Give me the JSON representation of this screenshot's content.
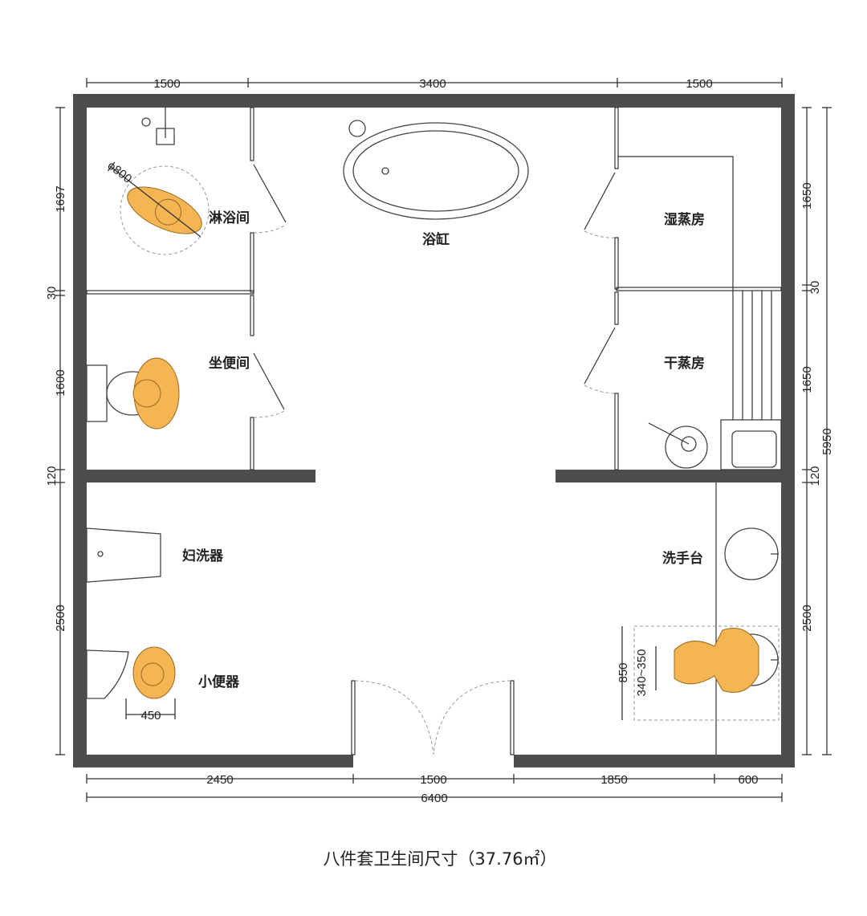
{
  "title": "八件套卫生间尺寸（37.76㎡）",
  "rooms": {
    "shower": "淋浴间",
    "toilet": "坐便间",
    "bathtub": "浴缸",
    "wet_steam": "湿蒸房",
    "dry_steam": "干蒸房",
    "bidet": "妇洗器",
    "urinal": "小便器",
    "vanity": "洗手台"
  },
  "dimensions": {
    "top": [
      "1500",
      "3400",
      "1500"
    ],
    "left": [
      "1697",
      "30",
      "1600",
      "120",
      "2500"
    ],
    "right": [
      "1650",
      "30",
      "1650",
      "120",
      "2500"
    ],
    "right_total": "5950",
    "bottom": [
      "2450",
      "1500",
      "1850",
      "600"
    ],
    "bottom_total": "6400",
    "shower_circle": "ϕ800",
    "urinal_width": "450",
    "vanity_depth": "850",
    "vanity_gap": "340~350"
  },
  "colors": {
    "wall": "#4d4d4d",
    "person": "#F4B552"
  }
}
